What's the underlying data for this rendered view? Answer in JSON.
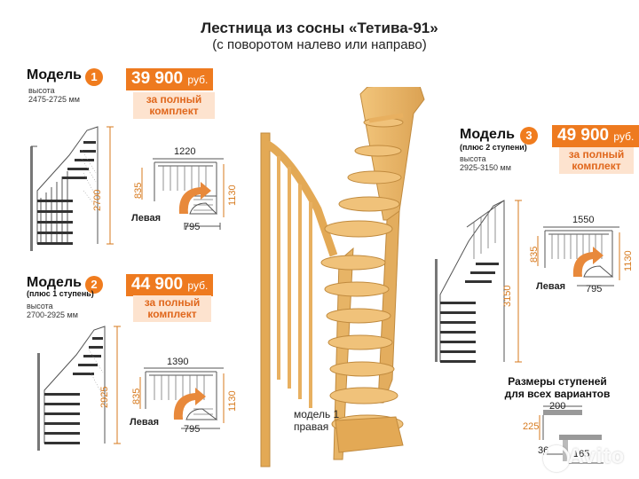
{
  "title": "Лестница из сосны «Тетива-91»",
  "subtitle": "(с поворотом налево или направо)",
  "models": [
    {
      "label": "Модель",
      "number": "1",
      "note": "",
      "height_caption": "высота",
      "height_range": "2475-2725 мм",
      "price": "39 900",
      "currency": "руб.",
      "offer": [
        "за полный",
        "комплект"
      ],
      "total_height": "2700",
      "plan_width": "1220",
      "plan_depth": "1130",
      "plan_side": "835",
      "plan_bottom": "795",
      "side": "Левая"
    },
    {
      "label": "Модель",
      "number": "2",
      "note": "(плюс 1 ступень)",
      "height_caption": "высота",
      "height_range": "2700-2925 мм",
      "price": "44 900",
      "currency": "руб.",
      "offer": [
        "за полный",
        "комплект"
      ],
      "total_height": "2925",
      "plan_width": "1390",
      "plan_depth": "1130",
      "plan_side": "835",
      "plan_bottom": "795",
      "side": "Левая"
    },
    {
      "label": "Модель",
      "number": "3",
      "note": "(плюс 2 ступени)",
      "height_caption": "высота",
      "height_range": "2925-3150 мм",
      "price": "49 900",
      "currency": "руб.",
      "offer": [
        "за полный",
        "комплект"
      ],
      "total_height": "3150",
      "plan_width": "1550",
      "plan_depth": "1130",
      "plan_side": "835",
      "plan_bottom": "795",
      "side": "Левая"
    }
  ],
  "steps_title": [
    "Размеры ступеней",
    "для всех вариантов"
  ],
  "steps_dims": {
    "width": "200",
    "rise": "225",
    "nosing": "36",
    "depth": "165"
  },
  "photo_caption": [
    "модель 1",
    "правая"
  ],
  "watermark": "Avito",
  "colors": {
    "accent": "#ee7a1f",
    "accent_light": "#fde3cf",
    "wood": "#e9b765"
  }
}
